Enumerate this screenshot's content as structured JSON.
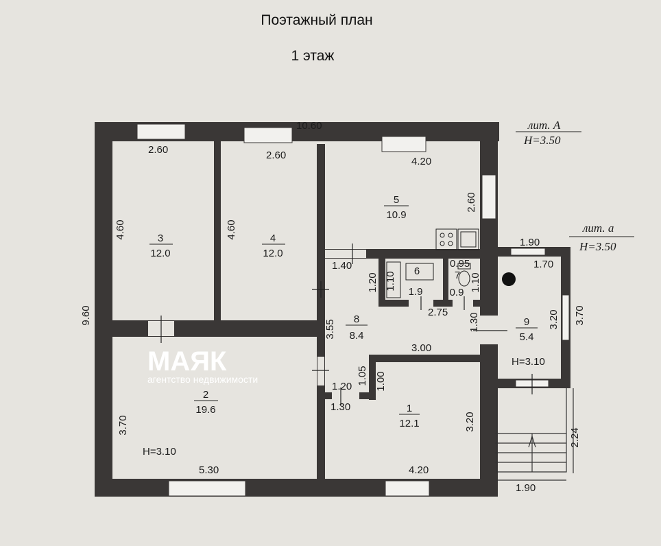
{
  "title": "Поэтажный план",
  "subtitle": "1 этаж",
  "watermark": {
    "name": "МАЯК",
    "tagline": "агентство недвижимости"
  },
  "lit_A": {
    "label": "лит. А",
    "height": "H=3.50"
  },
  "lit_a": {
    "label": "лит. а",
    "height": "H=3.50"
  },
  "rooms": [
    {
      "number": "1",
      "area": "12.1"
    },
    {
      "number": "2",
      "area": "19.6"
    },
    {
      "number": "3",
      "area": "12.0"
    },
    {
      "number": "4",
      "area": "12.0"
    },
    {
      "number": "5",
      "area": "10.9"
    },
    {
      "number": "6",
      "area": "1.9"
    },
    {
      "number": "7",
      "area": "0.9"
    },
    {
      "number": "8",
      "area": "8.4"
    },
    {
      "number": "9",
      "area": "5.4"
    }
  ],
  "heights": {
    "main": "H=3.10",
    "annex": "H=3.10"
  },
  "dimensions": {
    "overall_width": "10.60",
    "overall_depth": "9.60",
    "r3_width": "2.60",
    "r3_depth": "4.60",
    "r4_width": "2.60",
    "r4_depth": "4.60",
    "r5_width": "4.20",
    "r5_depth": "2.60",
    "r2_width": "5.30",
    "r2_depth": "3.70",
    "r1_width": "4.20",
    "r1_depth": "3.20",
    "r8_depth": "3.55",
    "r8_width": "3.00",
    "r8_a": "1.40",
    "r8_b": "1.20",
    "r8_c": "1.05",
    "r8_d": "1.20",
    "r8_e": "1.30",
    "r8_f": "1.00",
    "r8_g": "1.30",
    "bath_width": "2.75",
    "bath_depth": "1.10",
    "wc_width": "0.95",
    "wc_depth": "1.10",
    "bath_in": "1.10",
    "r9_outer": "1.90",
    "r9_width": "1.70",
    "r9_depth": "3.20",
    "r9_outer_depth": "3.70",
    "porch_depth": "2.24",
    "porch_width": "1.90"
  }
}
